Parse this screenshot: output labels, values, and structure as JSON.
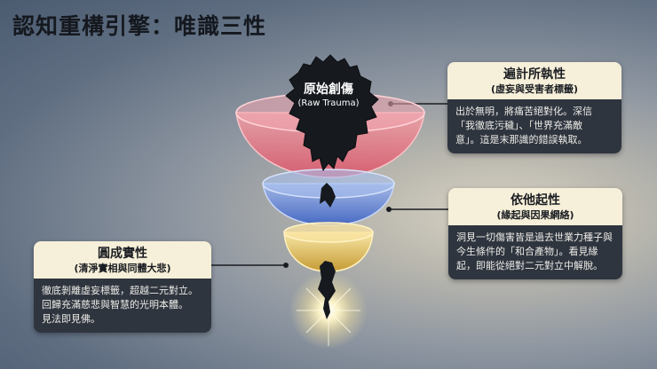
{
  "title": "認知重構引擎：唯識三性",
  "trauma": {
    "label_zh": "原始創傷",
    "label_en": "(Raw Trauma)"
  },
  "cards": {
    "parikalpita": {
      "title": "遍計所執性",
      "subtitle": "(虛妄與受害者標籤)",
      "lines": [
        "出於無明，將痛苦絕對化。深信",
        "「我徹底污穢」、「世界充滿敵",
        "意」。這是末那識的錯誤執取。"
      ]
    },
    "paratantra": {
      "title": "依他起性",
      "subtitle": "(緣起與因果網絡)",
      "lines": [
        "洞見一切傷害皆是過去世業力種子與",
        "今生條件的「和合產物」。看見緣",
        "起，即能從絕對二元對立中解脫。"
      ]
    },
    "parinispanna": {
      "title": "圓成實性",
      "subtitle": "(清淨實相與同體大悲)",
      "lines": [
        "徹底剝離虛妄標籤，超越二元對立。",
        "回歸充滿慈悲與智慧的光明本體。",
        "見法即見佛。"
      ]
    }
  },
  "colors": {
    "top_funnel": "#e0707a",
    "mid_funnel": "#5f86d8",
    "bottom_funnel": "#d8b54a",
    "card_header": "#f6efd9",
    "card_body": "#2f353f",
    "trauma": "#16191e",
    "glow": "#fff6c8"
  }
}
